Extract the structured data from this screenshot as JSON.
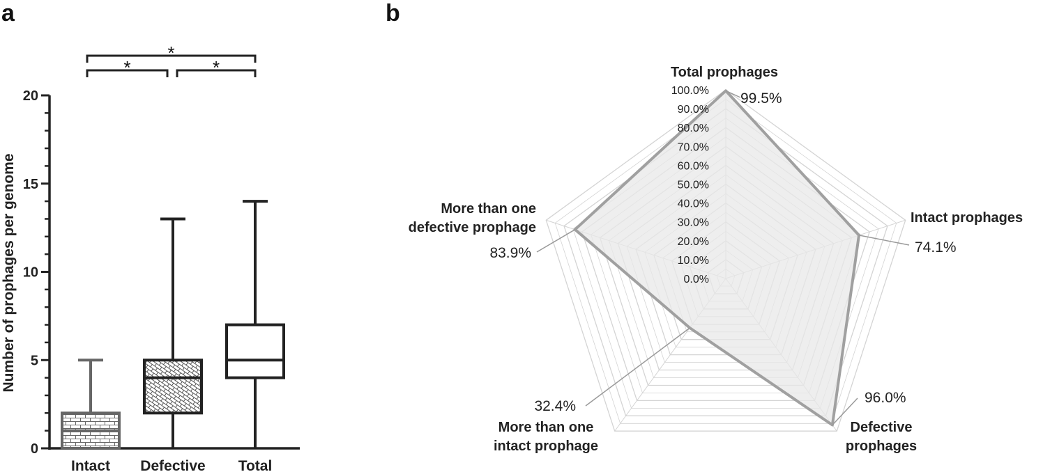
{
  "panels": {
    "a": "a",
    "b": "b"
  },
  "chart_data": [
    {
      "type": "box",
      "ylabel": "Number of prophages per genome",
      "ylim": [
        0,
        20
      ],
      "yticks": [
        0,
        5,
        10,
        15,
        20
      ],
      "categories": [
        "Intact",
        "Defective",
        "Total"
      ],
      "boxes": [
        {
          "category": "Intact",
          "min": 0,
          "q1": 0,
          "median": 1,
          "q3": 2,
          "max": 5,
          "fill": "brick",
          "color": "#666666"
        },
        {
          "category": "Defective",
          "min": 0,
          "q1": 2,
          "median": 4,
          "q3": 5,
          "max": 13,
          "fill": "crosshatch",
          "color": "#222222"
        },
        {
          "category": "Total",
          "min": 0,
          "q1": 4,
          "median": 5,
          "q3": 7,
          "max": 14,
          "fill": "none",
          "color": "#222222"
        }
      ],
      "significance": [
        {
          "from": "Intact",
          "to": "Defective",
          "label": "*"
        },
        {
          "from": "Defective",
          "to": "Total",
          "label": "*"
        },
        {
          "from": "Intact",
          "to": "Total",
          "label": "*"
        }
      ]
    },
    {
      "type": "radar",
      "axes": [
        {
          "label_lines": [
            "Total prophages"
          ],
          "value": 99.5,
          "value_label": "99.5%"
        },
        {
          "label_lines": [
            "Intact prophages"
          ],
          "value": 74.1,
          "value_label": "74.1%"
        },
        {
          "label_lines": [
            "Defective",
            "prophages"
          ],
          "value": 96.0,
          "value_label": "96.0%"
        },
        {
          "label_lines": [
            "More than one",
            "intact prophage"
          ],
          "value": 32.4,
          "value_label": "32.4%"
        },
        {
          "label_lines": [
            "More than one",
            "defective prophage"
          ],
          "value": 83.9,
          "value_label": "83.9%"
        }
      ],
      "range": [
        0,
        100
      ],
      "ticks": [
        "0.0%",
        "10.0%",
        "20.0%",
        "30.0%",
        "40.0%",
        "50.0%",
        "60.0%",
        "70.0%",
        "80.0%",
        "90.0%",
        "100.0%"
      ],
      "grid": true,
      "colors": {
        "line": "#a0a0a0",
        "fill": "#e8e8e8",
        "grid": "#d4d4d4"
      }
    }
  ]
}
